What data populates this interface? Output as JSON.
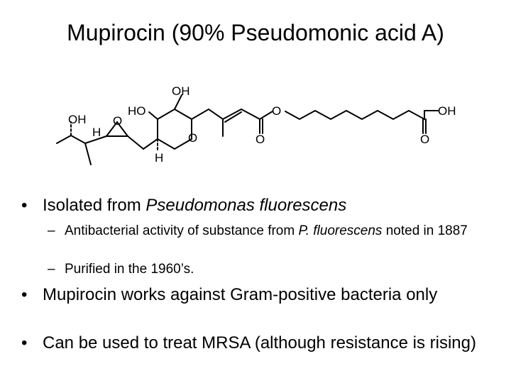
{
  "slide": {
    "title": "Mupirocin (90% Pseudomonic acid A)",
    "structure_labels": {
      "oh_top": "OH",
      "ho_ring": "HO",
      "oh_left": "OH",
      "h_epoxide": "H",
      "o_epoxide": "O",
      "o_ring": "O",
      "h_bottom": "H",
      "o_carbonyl_1": "O",
      "o_ester": "O",
      "oh_acid": "OH",
      "o_carbonyl_2": "O"
    },
    "bullets": [
      {
        "marker": "•",
        "text_before": "Isolated from ",
        "text_italic": "Pseudomonas fluorescens",
        "sub": [
          {
            "marker": "–",
            "text_before": "Antibacterial activity of substance from ",
            "text_italic": "P. fluorescens",
            "text_after": " noted in 1887"
          },
          {
            "marker": "–",
            "text": "Purified in the 1960’s."
          }
        ]
      },
      {
        "marker": "•",
        "text": "Mupirocin works against Gram-positive bacteria only"
      },
      {
        "marker": "•",
        "text": "Can be used to treat MRSA (although resistance is rising)"
      }
    ]
  }
}
